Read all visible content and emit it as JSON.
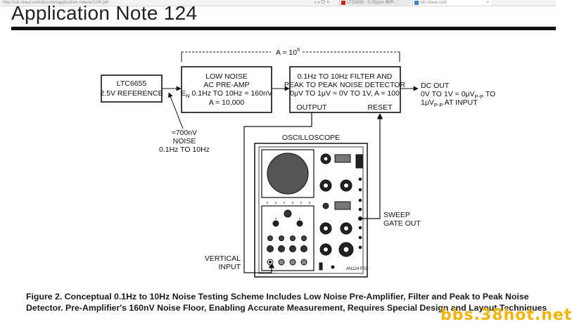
{
  "browser": {
    "url_text": "http://cds.linear.com/docs/en/application-note/an124f.pdf",
    "tab1_title": "LTC6655 - 0.25ppm 噪声...",
    "tab2_title": "cds.linear.com"
  },
  "document": {
    "title": "Application Note 124"
  },
  "figure": {
    "gain_label": "A = 10",
    "gain_exponent": "6",
    "reference_box": {
      "line1": "LTC6655",
      "line2": "2.5V REFERENCE"
    },
    "preamp_box": {
      "line1": "LOW NOISE",
      "line2": "AC PRE-AMP",
      "line3_prefix": "E",
      "line3_sub": "N",
      "line3_rest": " 0.1Hz TO 10Hz = 160nV",
      "line4": "A = 10,000"
    },
    "filter_box": {
      "line1": "0.1Hz TO 10Hz FILTER AND",
      "line2": "PEAK TO PEAK NOISE DETECTOR",
      "line3": "0μV TO 1μV = 0V TO 1V, A = 100",
      "output_label": "OUTPUT",
      "reset_label": "RESET"
    },
    "dc_out": {
      "line1": "DC OUT",
      "line2_a": "0V TO 1V = 0μV",
      "line2_sub": "P-P",
      "line2_b": " TO",
      "line3_a": "1μV",
      "line3_sub": "P-P",
      "line3_b": " AT INPUT"
    },
    "noise_note": {
      "line1": "≈700nV",
      "line2": "NOISE",
      "line3": "0.1Hz TO 10Hz"
    },
    "oscilloscope_label": "OSCILLOSCOPE",
    "sweep_label": {
      "line1": "SWEEP",
      "line2": "GATE OUT"
    },
    "vertical_label": {
      "line1": "VERTICAL",
      "line2": "INPUT"
    },
    "figure_code": "AN124 F02"
  },
  "caption": {
    "text": "Figure 2. Conceptual 0.1Hz to 10Hz Noise Testing Scheme Includes Low Noise Pre-Amplifier, Filter and Peak to Peak Noise Detector. Pre-Amplifier's 160nV Noise Floor, Enabling Accurate Measurement, Requires Special Design and Layout Techniques"
  },
  "watermark": "bbs.38hot.net"
}
